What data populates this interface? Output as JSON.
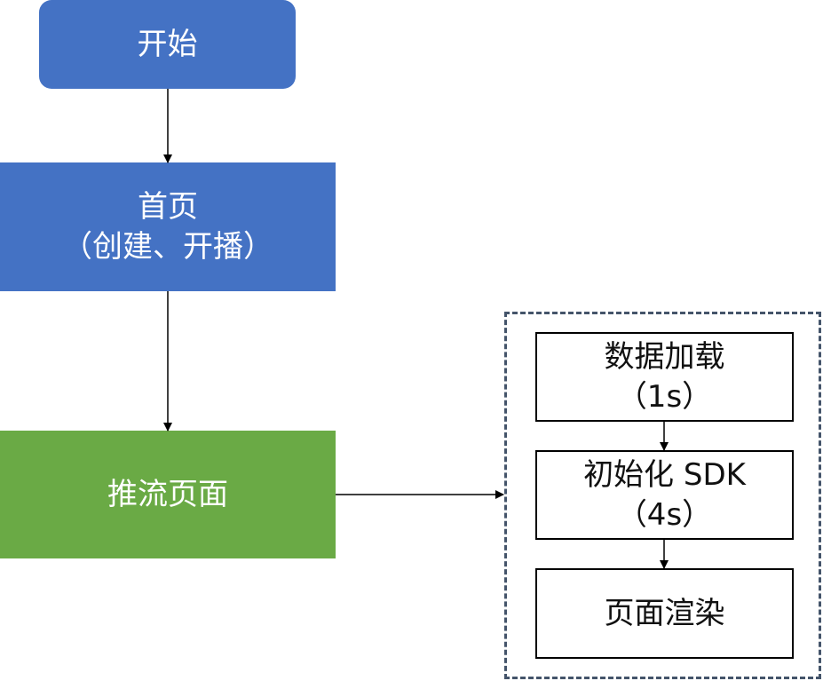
{
  "diagram": {
    "start": {
      "label": "开始"
    },
    "home": {
      "title": "首页",
      "subtitle": "（创建、开播）"
    },
    "stream": {
      "label": "推流页面"
    },
    "steps": [
      {
        "title": "数据加载",
        "subtitle": "（1s）"
      },
      {
        "title": "初始化 SDK",
        "subtitle": "（4s）"
      },
      {
        "title": "页面渲染"
      }
    ]
  },
  "colors": {
    "start_fill": "#4472C4",
    "home_fill": "#4472C4",
    "stream_fill": "#6AAA45",
    "group_border": "#44546A",
    "step_border": "#000000",
    "connector": "#000000"
  }
}
